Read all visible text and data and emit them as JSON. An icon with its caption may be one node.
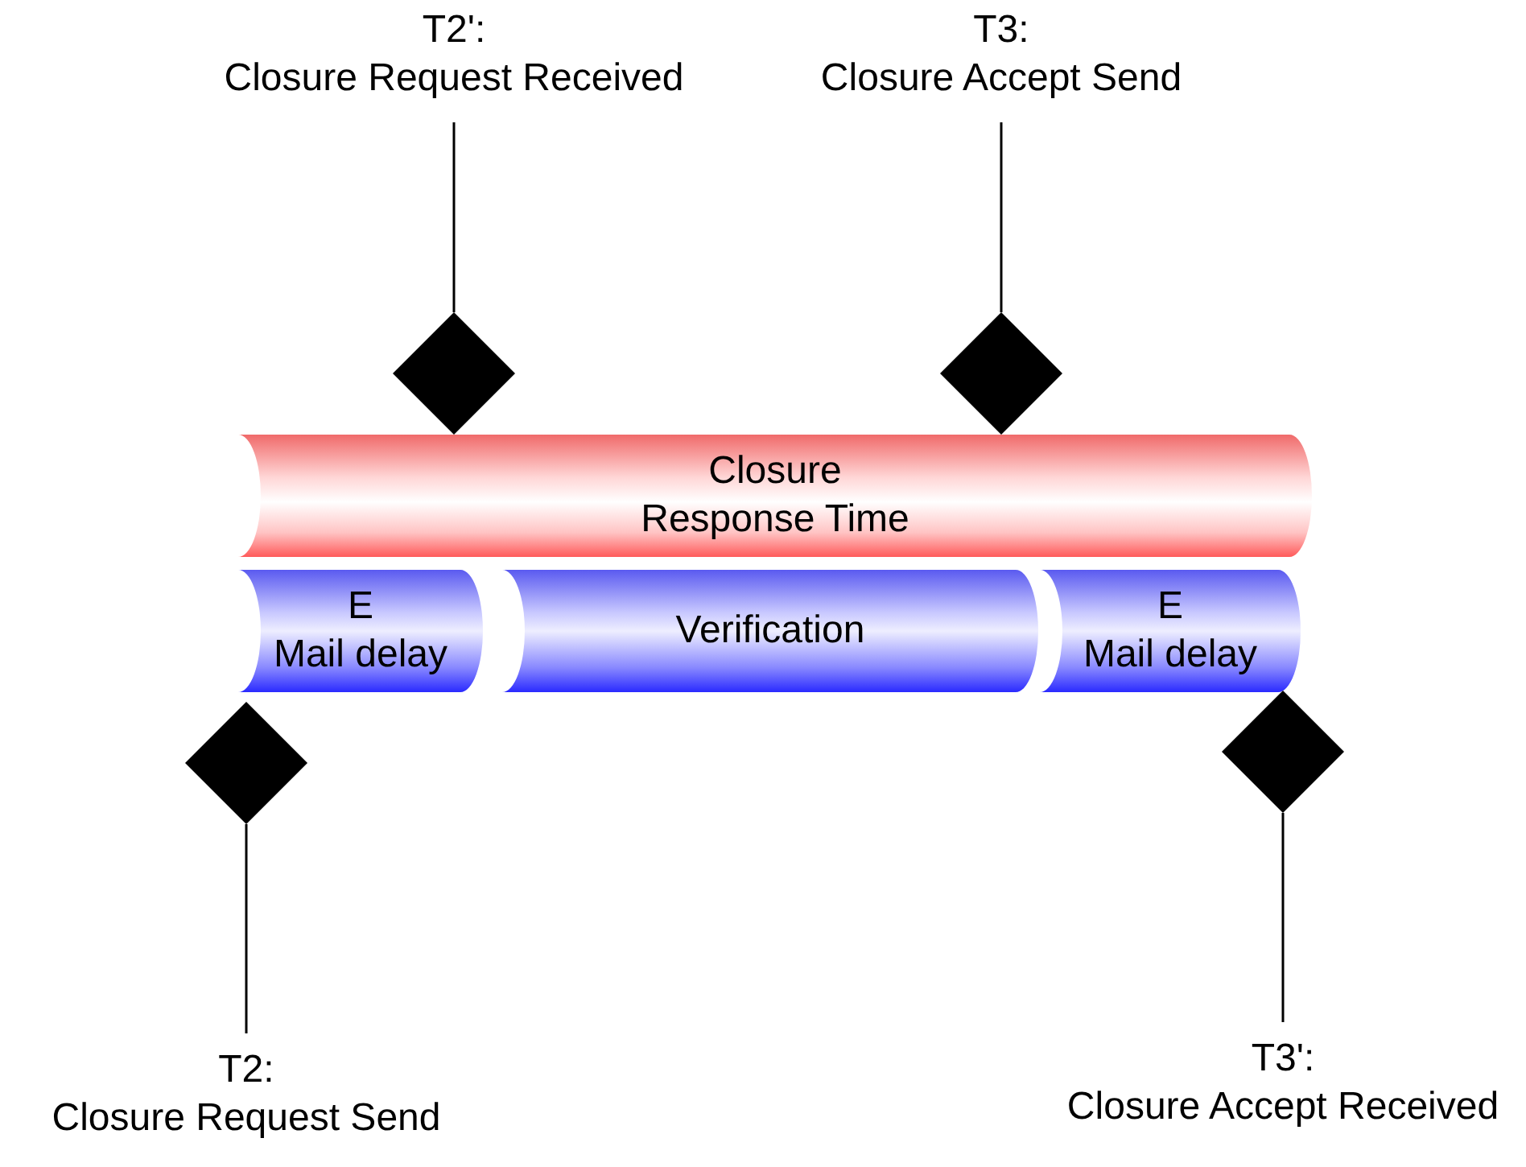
{
  "diagram": {
    "nodes": [
      {
        "text": [
          "T2': Closure Request Received"
        ]
      },
      {
        "text": [
          "T3: Closure Accept Send"
        ]
      },
      {
        "text": [],
        "shape": "diamond"
      },
      {
        "text": [],
        "shape": "diamond"
      },
      {
        "text": [
          "Closure Response Time"
        ]
      },
      {
        "text": [
          "E Mail delay"
        ]
      },
      {
        "text": [
          "Verification"
        ]
      },
      {
        "text": [
          "E Mail delay"
        ]
      },
      {
        "text": [],
        "shape": "diamond"
      },
      {
        "text": [],
        "shape": "diamond"
      },
      {
        "text": [
          "T2: Closure Request Send"
        ]
      },
      {
        "text": [
          "T3': Closure Accept Received"
        ]
      }
    ],
    "edges": [
      {
        "from": 0,
        "to": 2,
        "arrow": "none"
      },
      {
        "from": 1,
        "to": 3,
        "arrow": "none"
      },
      {
        "from": 10,
        "to": 8,
        "arrow": "none"
      },
      {
        "from": 11,
        "to": 9,
        "arrow": "none"
      }
    ]
  }
}
